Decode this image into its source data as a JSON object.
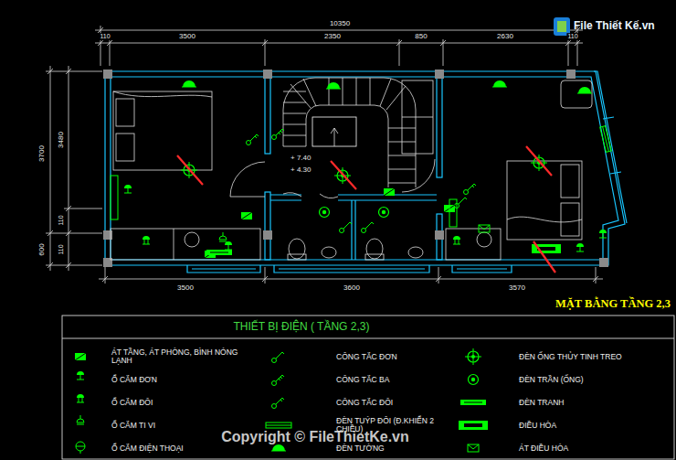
{
  "diagram": {
    "title": "MẶT BẰNG TẦNG 2,3",
    "labels": [
      "10350",
      "110",
      "3500",
      "2350",
      "850",
      "2630",
      "110",
      "3700",
      "3480",
      "110",
      "600",
      "110",
      "3500",
      "3600",
      "3570",
      "+ 7.40",
      "+ 4.30",
      "THIẾT BỊ ĐIỆN ( TẦNG 2,3)",
      "File Thiết Kế.vn",
      "Copyright © FileThietKe.vn"
    ],
    "legend": [
      {
        "text": "ÁT TẦNG, ÁT PHÒNG, BÌNH NÓNG LẠNH"
      },
      {
        "text": "Ổ CẮM ĐƠN"
      },
      {
        "text": "Ổ CẮM ĐÔI"
      },
      {
        "text": "Ổ CẮM TI VI"
      },
      {
        "text": "Ổ CẮM ĐIỆN THOẠI"
      },
      {
        "text": "CÔNG TẮC ĐƠN"
      },
      {
        "text": "CÔNG TẮC BA"
      },
      {
        "text": "CÔNG TẮC ĐÔI"
      },
      {
        "text": "ĐÈN TUÝP ĐÔI (Đ.KHIỂN 2 CHIỀU)"
      },
      {
        "text": "ĐÈN TƯỜNG"
      },
      {
        "text": "ĐÈN ỐNG THỦY TINH TREO"
      },
      {
        "text": "ĐÈN TRẦN (ỐNG)"
      },
      {
        "text": "ĐÈN TRANH"
      },
      {
        "text": "ĐIỀU HÒA"
      },
      {
        "text": "ÁT ĐIỀU HÒA"
      }
    ]
  }
}
